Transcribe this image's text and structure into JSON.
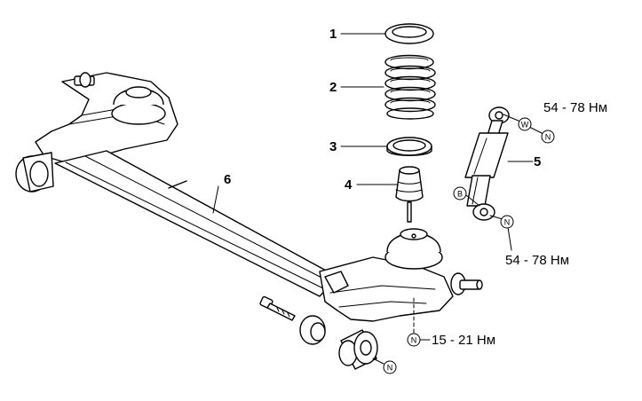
{
  "callouts": {
    "c1": "1",
    "c2": "2",
    "c3": "3",
    "c4": "4",
    "c5": "5",
    "c6": "6"
  },
  "torque": {
    "shock_top": "54 - 78 Нм",
    "shock_bottom": "54 - 78 Нм",
    "axle_bolt": "15 - 21 Нм"
  },
  "badges": {
    "n": "N",
    "w": "W",
    "b": "B"
  }
}
